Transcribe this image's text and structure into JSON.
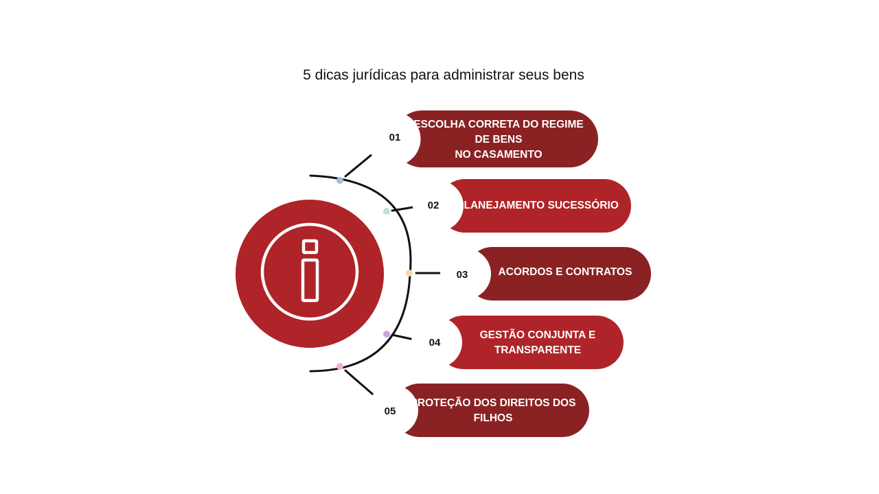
{
  "title": "5 dicas jurídicas para administrar seus bens",
  "colors": {
    "dark_red": "#8a2224",
    "red": "#ae2428",
    "line": "#111111",
    "text_on_pill": "#ffffff"
  },
  "center_icon": "info-icon",
  "items": [
    {
      "number": "01",
      "lines": [
        "ESCOLHA CORRETA DO REGIME",
        "DE BENS",
        "NO CASAMENTO"
      ],
      "dot_color": "#a7b9e3",
      "fill": "#8a2224"
    },
    {
      "number": "02",
      "lines": [
        "PLANEJAMENTO SUCESSÓRIO"
      ],
      "dot_color": "#bfe0cf",
      "fill": "#ae2428"
    },
    {
      "number": "03",
      "lines": [
        "ACORDOS E CONTRATOS"
      ],
      "dot_color": "#f6d7a8",
      "fill": "#8a2224"
    },
    {
      "number": "04",
      "lines": [
        "GESTÃO CONJUNTA E",
        "TRANSPARENTE"
      ],
      "dot_color": "#c7a7e0",
      "fill": "#ae2428"
    },
    {
      "number": "05",
      "lines": [
        "PROTEÇÃO DOS DIREITOS DOS",
        "FILHOS"
      ],
      "dot_color": "#f1aedb",
      "fill": "#8a2224"
    }
  ]
}
